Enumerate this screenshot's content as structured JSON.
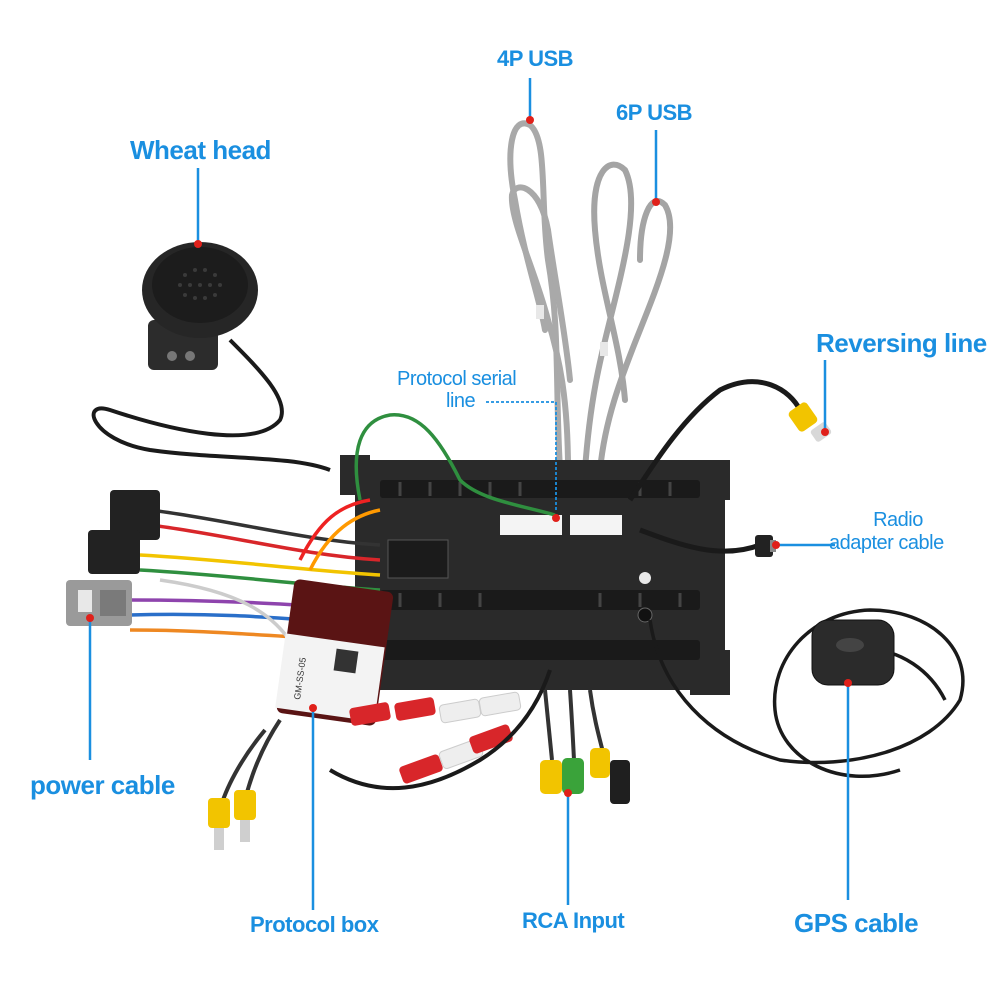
{
  "labels": {
    "usb4": "4P USB",
    "usb6": "6P USB",
    "wheat_head": "Wheat head",
    "reversing_line": "Reversing line",
    "protocol_serial_line_1": "Protocol serial",
    "protocol_serial_line_2": "line",
    "radio_adapter_1": "Radio",
    "radio_adapter_2": "adapter cable",
    "power_cable": "power cable",
    "protocol_box": "Protocol box",
    "rca_input": "RCA Input",
    "gps_cable": "GPS cable"
  },
  "protocol_box_print": {
    "model": "GM-SS-05"
  },
  "colors": {
    "label": "#1a8fe0",
    "leader_dot": "#e0201a",
    "unit_body": "#2a2a2a",
    "usb_cable": "#a8a8a8",
    "rca_yellow": "#f2c400",
    "rca_red": "#d8262a",
    "rca_white": "#eeeeee",
    "rca_green": "#3aa33a",
    "protocol_box": "#5a1414"
  }
}
